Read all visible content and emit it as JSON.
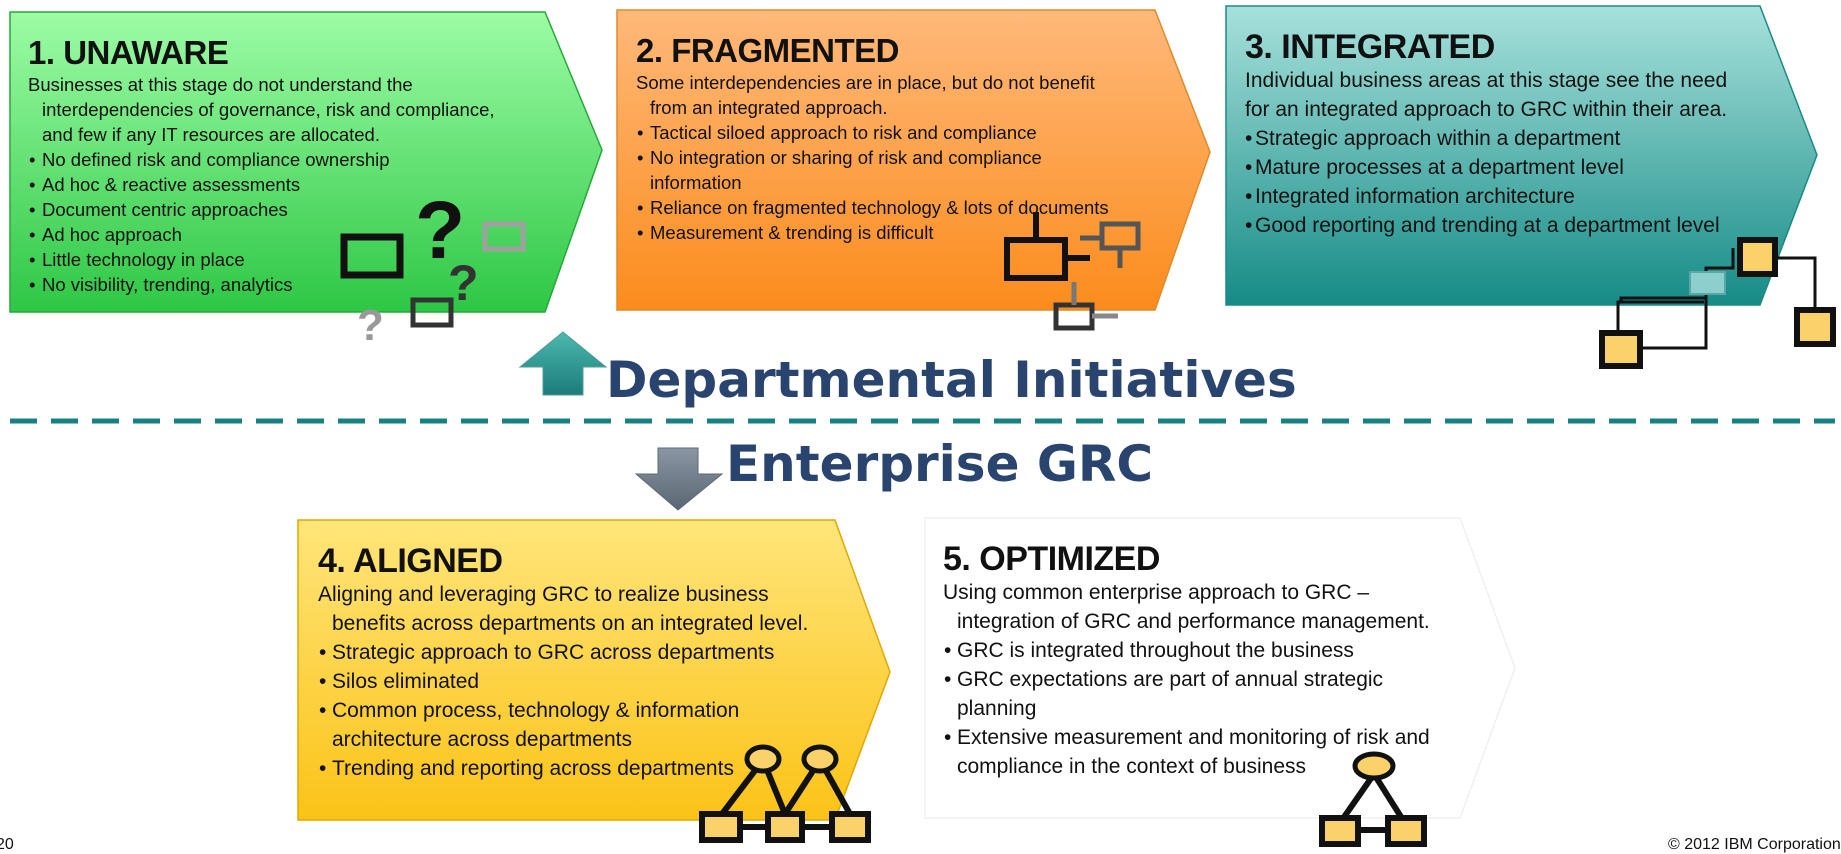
{
  "stages": [
    {
      "title": "1. UNAWARE",
      "intro": [
        "Businesses at this stage do not understand the",
        "interdependencies of governance, risk and compliance,",
        "and few if any IT resources are allocated."
      ],
      "bullets": [
        "No defined risk and compliance ownership",
        "Ad hoc & reactive assessments",
        "Document centric approaches",
        "Ad hoc approach",
        "Little technology in place",
        "No visibility, trending, analytics"
      ],
      "color": "#3cc850"
    },
    {
      "title": "2. FRAGMENTED",
      "intro": [
        "Some interdependencies are in place, but do not benefit",
        "from an integrated approach."
      ],
      "bullets": [
        "Tactical siloed approach to risk and compliance",
        "No integration or sharing of risk and compliance",
        "information",
        "Reliance on fragmented technology & lots of documents",
        "Measurement & trending is difficult"
      ],
      "color": "#fb9a30"
    },
    {
      "title": "3. INTEGRATED",
      "intro": [
        "Individual business areas at this stage see the need",
        "for an integrated approach to GRC within their area."
      ],
      "bullets": [
        "Strategic approach within a department",
        "Mature processes at a department level",
        "Integrated information architecture",
        "Good reporting and trending at a department level"
      ],
      "color": "#3aa5a0"
    },
    {
      "title": "4. ALIGNED",
      "intro": [
        "Aligning and leveraging GRC to realize business",
        "benefits across departments on an integrated level."
      ],
      "bullets": [
        "Strategic approach to GRC across departments",
        "Silos eliminated",
        "Common process, technology & information",
        "architecture across departments",
        "Trending and reporting across departments"
      ],
      "color": "#fcc52a"
    },
    {
      "title": "5. OPTIMIZED",
      "intro": [
        "Using common enterprise approach to GRC –",
        "integration of GRC and performance management."
      ],
      "bullets": [
        "GRC is integrated throughout the business",
        "GRC expectations are part of annual strategic",
        "planning",
        "Extensive measurement and monitoring of risk and",
        "compliance in the context of business"
      ],
      "color": "#ffffff"
    }
  ],
  "headings": {
    "departmental": "Departmental Initiatives",
    "enterprise": "Enterprise GRC"
  },
  "footer": {
    "page_number": "20",
    "copyright": "© 2012 IBM Corporation"
  },
  "icons": {
    "stage1": "question-marks-icon",
    "stage2": "fragmented-boxes-icon",
    "stage3": "connected-boxes-icon",
    "stage4": "network-hierarchy-icon",
    "stage5": "small-hierarchy-icon",
    "up_arrow": "up-arrow-icon",
    "down_arrow": "down-arrow-icon"
  },
  "accent_colors": {
    "heading_text": "#2a4470",
    "divider": "#178080"
  }
}
